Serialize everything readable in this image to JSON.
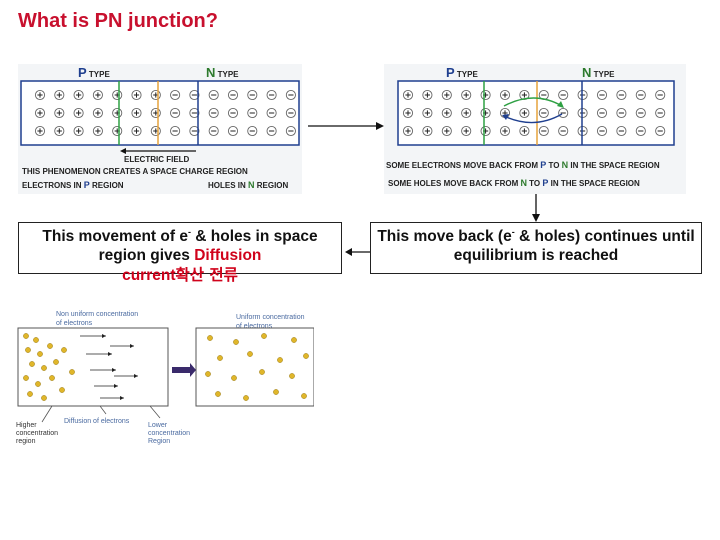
{
  "title": "What is PN junction?",
  "left_panel": {
    "p_label_letter": "P",
    "p_label_rest": " TYPE",
    "n_label_letter": "N",
    "n_label_rest": " TYPE",
    "electric_field": "ELECTRIC FIELD",
    "phenomenon": "THIS PHENOMENON CREATES A SPACE CHARGE REGION",
    "electrons_pre": "ELECTRONS IN ",
    "electrons_letter": "P",
    "electrons_post": " REGION",
    "holes_pre": "HOLES IN ",
    "holes_letter": "N",
    "holes_post": " REGION"
  },
  "right_panel": {
    "p_label_letter": "P",
    "p_label_rest": " TYPE",
    "n_label_letter": "N",
    "n_label_rest": " TYPE",
    "line1_pre": "SOME ELECTRONS MOVE BACK FROM ",
    "line1_a": "P",
    "line1_mid": " TO ",
    "line1_b": "N",
    "line1_post": " IN THE SPACE REGION",
    "line2_pre": "SOME HOLES MOVE BACK FROM ",
    "line2_a": "N",
    "line2_mid": " TO ",
    "line2_b": "P",
    "line2_post": " IN THE SPACE REGION"
  },
  "box_left": {
    "part1": "This movement of e",
    "sup": "-",
    "part2": " & holes in space region gives ",
    "highlight1": "Diffusion",
    "highlight2": "current",
    "korean": "확산 전류"
  },
  "box_right": {
    "part1": "This move back (e",
    "sup": "-",
    "part2": " & holes) continues until  equilibrium is reached"
  },
  "diffusion": {
    "nonuniform": "Non uniform concentration of electrons",
    "uniform": "Uniform concentration of electrons",
    "higher": "Higher concentration region",
    "diffusion_label": "Diffusion of electrons",
    "lower": "Lower concentration Region"
  },
  "colors": {
    "title": "#c8102e",
    "p_letter": "#1f3f8f",
    "n_letter": "#2d7a2d",
    "junction_green": "#2ea043",
    "junction_orange": "#e6a23c",
    "junction_blue": "#1f3f8f",
    "highlight": "#d0021b",
    "particle": "#e0b62a"
  }
}
